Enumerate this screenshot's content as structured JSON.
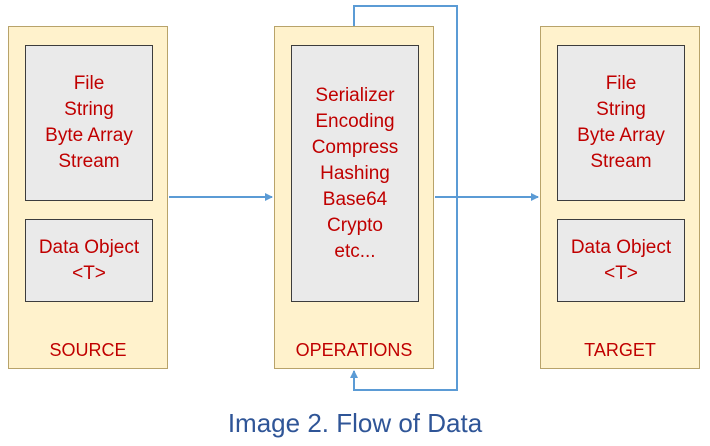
{
  "source": {
    "label": "SOURCE",
    "types": [
      "File",
      "String",
      "Byte Array",
      "Stream"
    ],
    "object": [
      "Data Object",
      "<T>"
    ]
  },
  "operations": {
    "label": "OPERATIONS",
    "items": [
      "Serializer",
      "Encoding",
      "Compress",
      "Hashing",
      "Base64",
      "Crypto",
      "etc..."
    ]
  },
  "target": {
    "label": "TARGET",
    "types": [
      "File",
      "String",
      "Byte Array",
      "Stream"
    ],
    "object": [
      "Data Object",
      "<T>"
    ]
  },
  "caption": "Image 2. Flow of Data",
  "colors": {
    "box_fill": "#fff2cc",
    "inner_fill": "#eaeaea",
    "text": "#c00000",
    "arrow": "#5b9bd5",
    "caption": "#2f5597"
  }
}
